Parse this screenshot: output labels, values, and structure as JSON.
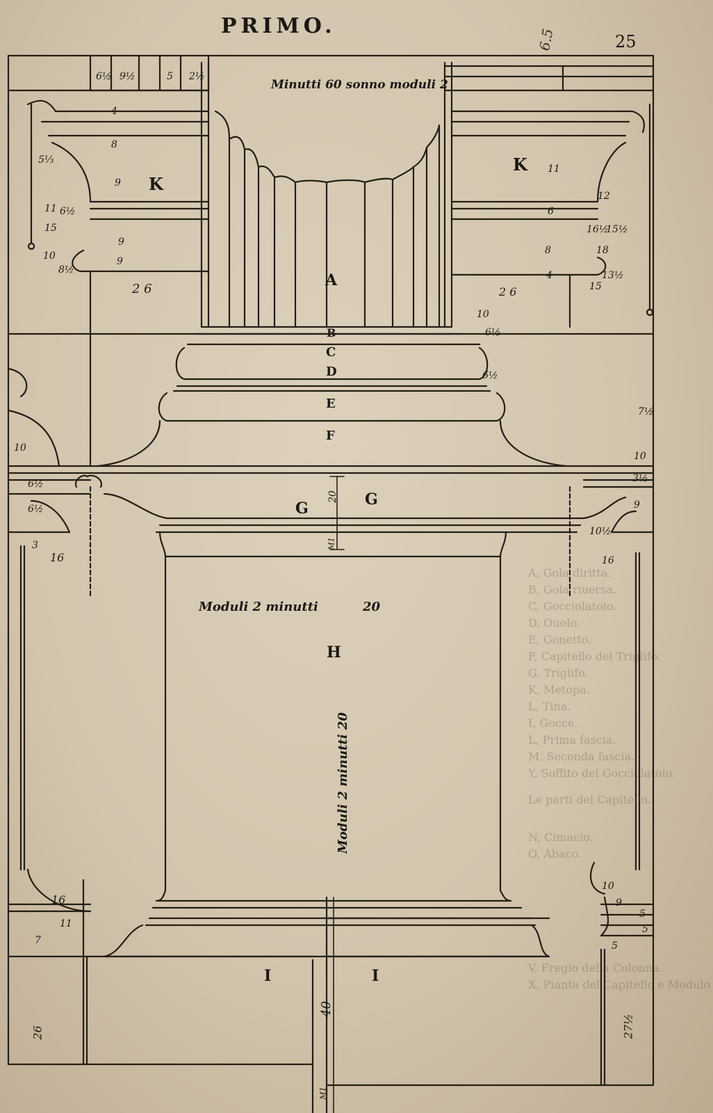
{
  "header": {
    "title": "PRIMO.",
    "page_number": "25",
    "handwritten_note": "6.5"
  },
  "captions": {
    "top": "Minutti 60 sonno moduli 2",
    "middle": "Moduli 2 minutti",
    "middle_value": "20",
    "vertical": "Moduli 2 minutti 20"
  },
  "letters": {
    "A": "A",
    "B": "B",
    "C": "C",
    "D": "D",
    "E": "E",
    "F": "F",
    "G_left": "G",
    "G_right": "G",
    "H": "H",
    "I_left": "I",
    "I_right": "I",
    "K_left": "K",
    "K_right": "K"
  },
  "dimensions": {
    "top_row": [
      "6½",
      "9½",
      "5",
      "2½"
    ],
    "left_capital": [
      "4",
      "8",
      "9",
      "9",
      "9",
      "2 6",
      "5⅓",
      "11",
      "6½",
      "15",
      "10",
      "8½"
    ],
    "right_capital": [
      "11",
      "6",
      "8",
      "4",
      "2 6",
      "12",
      "16½",
      "15½",
      "18",
      "13½",
      "15",
      "10",
      "6½"
    ],
    "base_right": [
      "6½",
      "7½",
      "10",
      "3½",
      "9",
      "10½",
      "16"
    ],
    "left_band": [
      "10",
      "6½",
      "6½",
      "3",
      "16"
    ],
    "lower": [
      "16",
      "11",
      "7",
      "10",
      "9",
      "5",
      "5",
      "5",
      "26",
      "27½",
      "40"
    ],
    "vertical_scale": [
      "20",
      "M1",
      "M1"
    ]
  },
  "bleed_through": [
    "A, Gola diritta.",
    "B, Gola riuersa.",
    "C, Gocciolatoio.",
    "D, Ouolo.",
    "E, Gonetto.",
    "F, Capitello del Triglifo.",
    "G, Triglifo.",
    "K, Metopa.",
    "L, Tina.",
    "I, Gocce.",
    "L, Prima fascia.",
    "M, Seconda fascia.",
    "Y, Soffito del Gocciolatoio.",
    "Le parti del Capitello.",
    "N, Cimacio.",
    "O, Abaco.",
    "V, Fregio della Colonna.",
    "X, Pianta del Capitello e Modulo diuiso in regola minuti."
  ]
}
